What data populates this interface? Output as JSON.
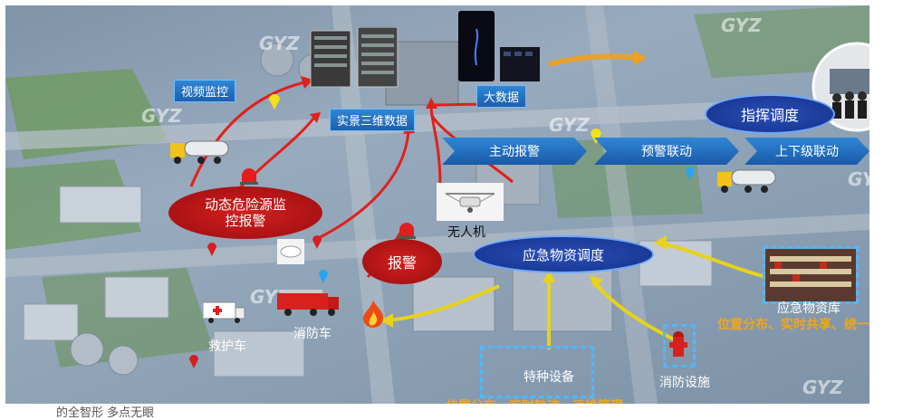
{
  "labels": {
    "video_monitor": "视频监控",
    "real_3d": "实景三维数据",
    "big_data": "大数据",
    "command": "指挥调度",
    "active_alarm": "主动报警",
    "warning_linkage": "预警联动",
    "upper_lower_linkage": "上下级联动",
    "hazard_alarm_1": "动态危险源监",
    "hazard_alarm_2": "控报警",
    "drone": "无人机",
    "alarm": "报警",
    "emergency_dispatch": "应急物资调度",
    "warehouse": "应急物资库",
    "warehouse_desc": "位置分布、实时共享、统一",
    "ambulance": "救护车",
    "fire_truck": "消防车",
    "special_equipment": "特种设备",
    "special_equipment_desc": "位置分布、实时轨迹、运维管理",
    "fire_facility": "消防设施",
    "bottom_caption": "的全智形 多点无眼"
  },
  "watermark": "GYZ",
  "colors": {
    "label_blue": "#1d5fae",
    "ellipse_blue": "#14318a",
    "ellipse_red": "#b01417",
    "arrow_red": "#e0201c",
    "arrow_yellow": "#e8d21a",
    "arrow_orange": "#f0a020",
    "orange_text": "#f2a51c"
  },
  "icons": [
    "server-icon",
    "tablet-icon",
    "pin-icon",
    "truck-icon",
    "alarm-light-icon",
    "drone-icon",
    "smoke-detector-icon",
    "ambulance-icon",
    "fire-engine-icon",
    "flame-icon",
    "hydrant-icon",
    "conference-photo"
  ]
}
